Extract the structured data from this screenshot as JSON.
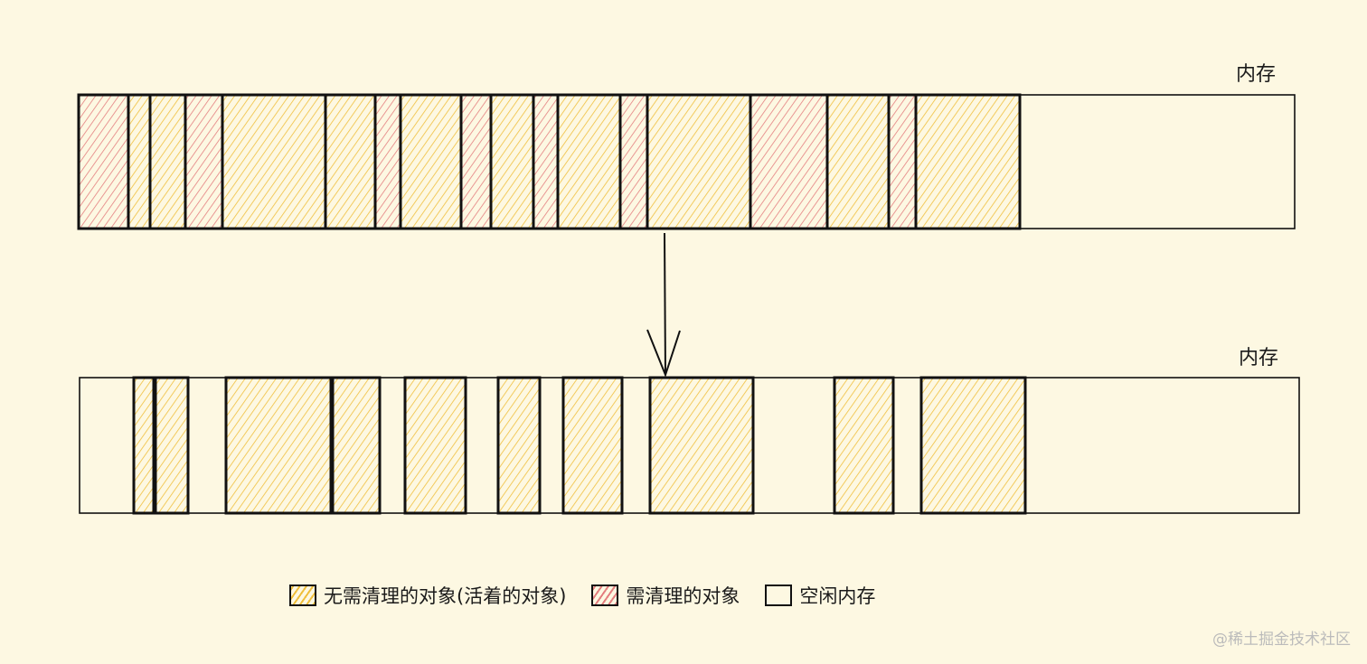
{
  "diagram": {
    "before": {
      "label": "内存",
      "blocks": [
        "garbage",
        "live",
        "live",
        "garbage",
        "live",
        "live",
        "garbage",
        "live",
        "garbage",
        "live",
        "garbage",
        "live",
        "garbage",
        "live",
        "garbage",
        "live",
        "garbage",
        "live",
        "free"
      ]
    },
    "after": {
      "label": "内存",
      "blocks": [
        "free",
        "live",
        "live",
        "free",
        "live",
        "live",
        "free",
        "live",
        "free",
        "live",
        "free",
        "live",
        "free",
        "live",
        "free",
        "live",
        "free",
        "live",
        "free"
      ]
    }
  },
  "legend": {
    "live": "无需清理的对象(活着的对象)",
    "garbage": "需清理的对象",
    "free": "空闲内存"
  },
  "colors": {
    "live": "#f0bf3c",
    "garbage": "#e47f7f",
    "background": "#fdf8e2",
    "outline": "#111111"
  },
  "watermark": "@稀土掘金技术社区"
}
